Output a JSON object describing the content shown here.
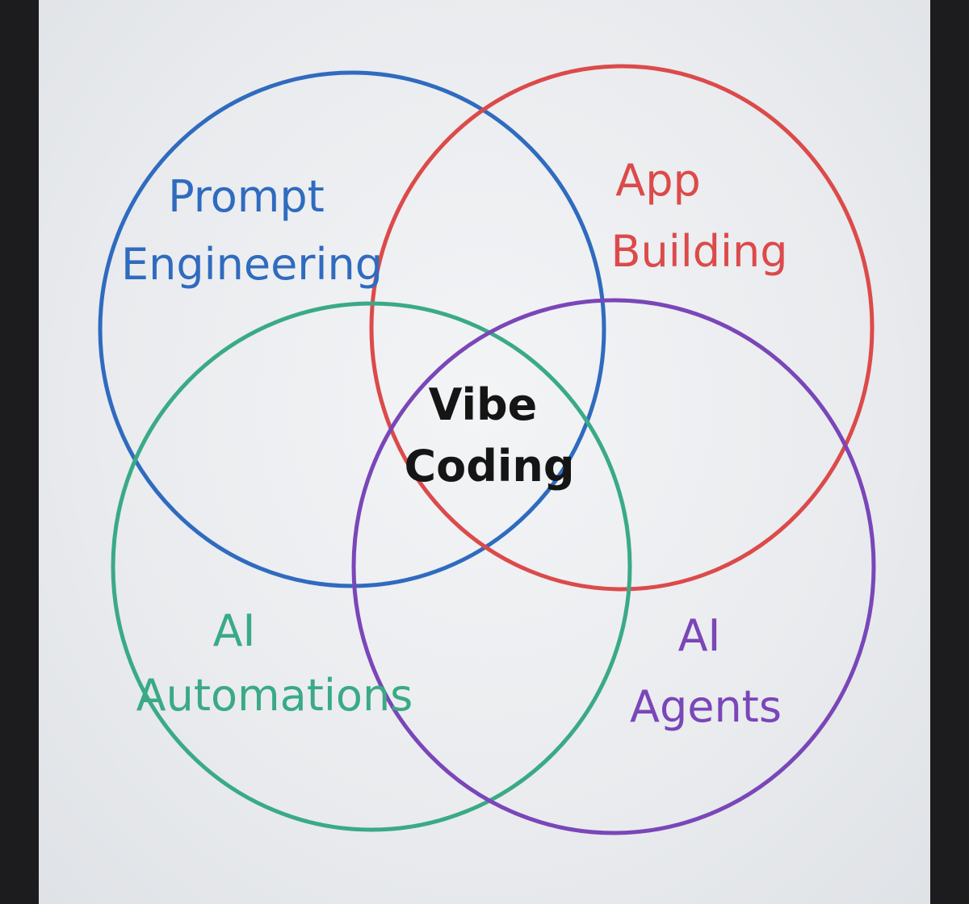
{
  "colors": {
    "blue": "#2f6bbf",
    "red": "#dc4a4a",
    "green": "#3aaa86",
    "purple": "#7a46b8",
    "black": "#151515"
  },
  "labels": {
    "prompt_engineering": {
      "line1": "Prompt",
      "line2": "Engineering"
    },
    "app_building": {
      "line1": "App",
      "line2": "Building"
    },
    "ai_automations": {
      "line1": "AI",
      "line2": "Automations"
    },
    "ai_agents": {
      "line1": "AI",
      "line2": "Agents"
    },
    "center": {
      "line1": "Vibe",
      "line2": "Coding"
    }
  }
}
